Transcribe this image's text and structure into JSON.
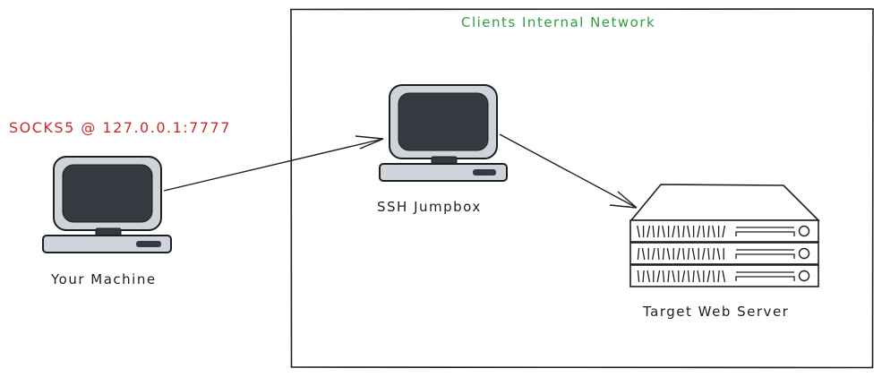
{
  "diagram": {
    "network_boundary": {
      "label": "Clients Internal Network",
      "label_color": "#2f9e44"
    },
    "nodes": [
      {
        "id": "your-machine",
        "label": "Your Machine",
        "type": "computer"
      },
      {
        "id": "ssh-jumpbox",
        "label": "SSH Jumpbox",
        "type": "computer"
      },
      {
        "id": "target-web-server",
        "label": "Target Web Server",
        "type": "server-rack"
      }
    ],
    "annotations": [
      {
        "text": "SOCKS5 @ 127.0.0.1:7777",
        "color": "#c92a2a",
        "attached_to": "your-machine"
      }
    ],
    "edges": [
      {
        "from": "your-machine",
        "to": "ssh-jumpbox"
      },
      {
        "from": "ssh-jumpbox",
        "to": "target-web-server"
      }
    ],
    "colors": {
      "stroke": "#1e1e1e",
      "monitor_frame": "#ced4da",
      "monitor_screen": "#343a40"
    }
  }
}
